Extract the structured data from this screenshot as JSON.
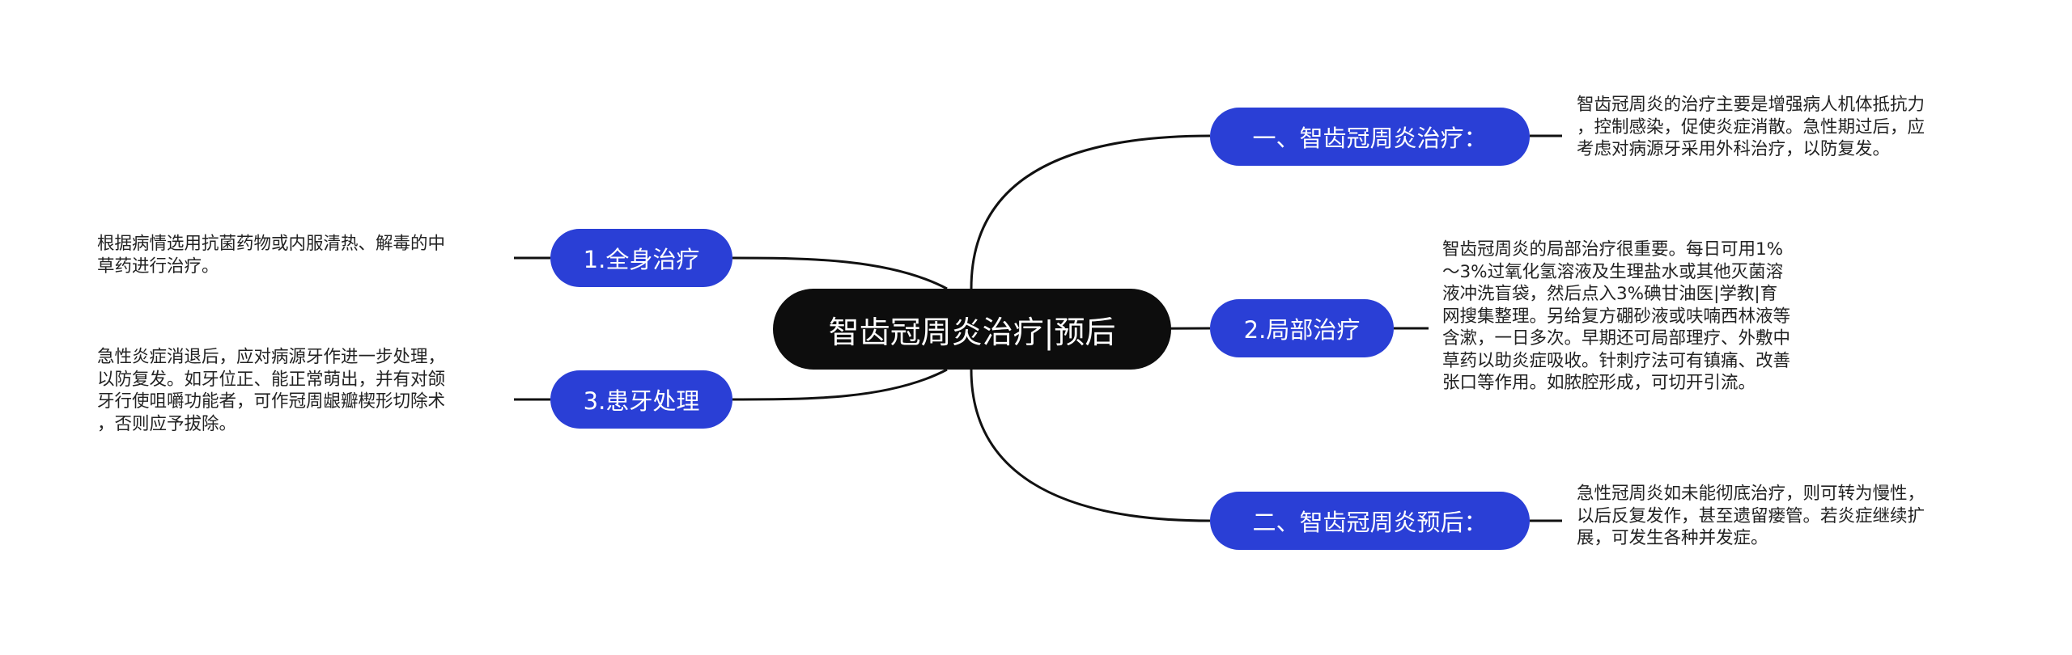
{
  "root": {
    "title": "智齿冠周炎治疗|预后"
  },
  "branches": {
    "b1": {
      "label": "一、智齿冠周炎治疗："
    },
    "b2": {
      "label": "2.局部治疗"
    },
    "b3": {
      "label": "二、智齿冠周炎预后："
    },
    "b4": {
      "label": "1.全身治疗"
    },
    "b5": {
      "label": "3.患牙处理"
    }
  },
  "leaves": {
    "l1": [
      "智齿冠周炎的治疗主要是增强病人机体抵抗力",
      "，控制感染，促使炎症消散。急性期过后，应",
      "考虑对病源牙采用外科治疗，以防复发。"
    ],
    "l2": [
      "智齿冠周炎的局部治疗很重要。每日可用1%",
      "～3%过氧化氢溶液及生理盐水或其他灭菌溶",
      "液冲洗盲袋，然后点入3%碘甘油医|学教|育",
      "网搜集整理。另给复方硼砂液或呋喃西林液等",
      "含漱，一日多次。早期还可局部理疗、外敷中",
      "草药以助炎症吸收。针刺疗法可有镇痛、改善",
      "张口等作用。如脓腔形成，可切开引流。"
    ],
    "l3": [
      "急性冠周炎如未能彻底治疗，则可转为慢性，",
      "以后反复发作，甚至遗留瘘管。若炎症继续扩",
      "展，可发生各种并发症。"
    ],
    "l4": [
      "根据病情选用抗菌药物或内服清热、解毒的中",
      "草药进行治疗。"
    ],
    "l5": [
      "急性炎症消退后，应对病源牙作进一步处理，",
      "以防复发。如牙位正、能正常萌出，并有对颌",
      "牙行使咀嚼功能者，可作冠周龈瓣楔形切除术",
      "，否则应予拔除。"
    ]
  },
  "colors": {
    "root_bg": "#0d0d0d",
    "branch_bg": "#2a3fd6",
    "line": "#111111",
    "text": "#222222"
  }
}
